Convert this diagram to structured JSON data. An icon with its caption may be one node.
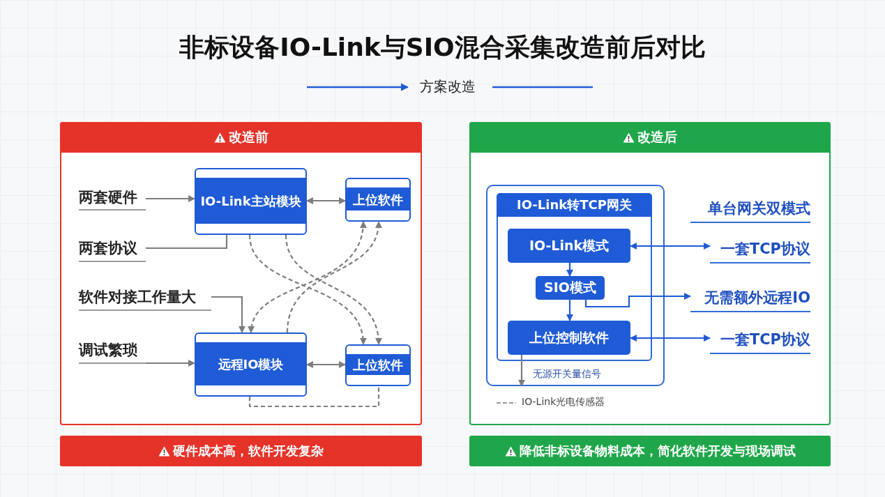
{
  "diagram": {
    "title": "非标设备IO-Link与SIO混合采集改造前后对比",
    "nodes": [
      {
        "text": [],
        "shape": "box"
      },
      {
        "text": [
          "改造前"
        ],
        "in": 0
      },
      {
        "text": [
          "两套硬件"
        ],
        "in": 0
      },
      {
        "text": [
          "两套协议"
        ],
        "in": 0
      },
      {
        "text": [
          "软件对接工作量大"
        ],
        "in": 0
      },
      {
        "text": [
          "调试繁琐"
        ],
        "in": 0
      },
      {
        "text": [
          "IO-Link主站模块"
        ],
        "in": 0
      },
      {
        "text": [
          "上位软件"
        ],
        "in": 0
      },
      {
        "text": [
          "远程IO模块"
        ],
        "in": 0
      },
      {
        "text": [
          "上位软件"
        ],
        "in": 0
      },
      {
        "text": [
          "硬件成本高，软件开发复杂"
        ]
      },
      {
        "text": [],
        "shape": "box"
      },
      {
        "text": [
          "改造后"
        ],
        "in": 11
      },
      {
        "text": [],
        "shape": "box",
        "in": 11
      },
      {
        "text": [
          "IO-Link转TCP网关"
        ],
        "in": 13
      },
      {
        "text": [
          "IO-Link模式"
        ],
        "in": 14
      },
      {
        "text": [
          "SIO模式"
        ],
        "in": 14
      },
      {
        "text": [
          "上位控制软件"
        ],
        "in": 14
      },
      {
        "text": [
          "单台网关双模式"
        ],
        "in": 11
      },
      {
        "text": [
          "一套TCP协议"
        ],
        "in": 11
      },
      {
        "text": [
          "无需额外远程IO"
        ],
        "in": 11
      },
      {
        "text": [
          "一套TCP协议"
        ],
        "in": 11
      },
      {
        "text": [
          "降低非标设备物料成本，简化软件开发与现场调试"
        ]
      }
    ],
    "edges": [
      {
        "from": 2,
        "to": 6,
        "arrow": "to"
      },
      {
        "from": 3,
        "to": 6,
        "arrow": "none"
      },
      {
        "from": 4,
        "to": 8,
        "arrow": "to"
      },
      {
        "from": 5,
        "to": 8,
        "arrow": "to"
      },
      {
        "from": 6,
        "to": 7,
        "arrow": "both"
      },
      {
        "from": 8,
        "to": 9,
        "arrow": "both"
      },
      {
        "from": 6,
        "to": 9,
        "arrow": "to",
        "style": "dashed"
      },
      {
        "from": 6,
        "to": 9,
        "arrow": "to",
        "style": "dashed"
      },
      {
        "from": 7,
        "to": 8,
        "arrow": "both",
        "style": "dashed"
      },
      {
        "from": 8,
        "to": 7,
        "arrow": "to",
        "style": "dashed"
      },
      {
        "from": 8,
        "to": 9,
        "arrow": "none",
        "style": "dashed"
      },
      {
        "from": 15,
        "to": 16,
        "arrow": "to",
        "color": "#1f5bd6"
      },
      {
        "from": 16,
        "to": 17,
        "arrow": "to",
        "color": "#1f5bd6"
      },
      {
        "from": 15,
        "to": 19,
        "arrow": "both",
        "color": "#1f5bd6"
      },
      {
        "from": 17,
        "to": 21,
        "arrow": "both",
        "color": "#1f5bd6"
      },
      {
        "from": 16,
        "to": 20,
        "arrow": "to",
        "color": "#1f5bd6"
      },
      {
        "from": 17,
        "to": 13,
        "arrow": "to"
      }
    ],
    "labels": [
      "方案改造",
      "无源开关量信号"
    ],
    "legend": [
      {
        "text": "IO-Link光电传感器"
      }
    ]
  }
}
